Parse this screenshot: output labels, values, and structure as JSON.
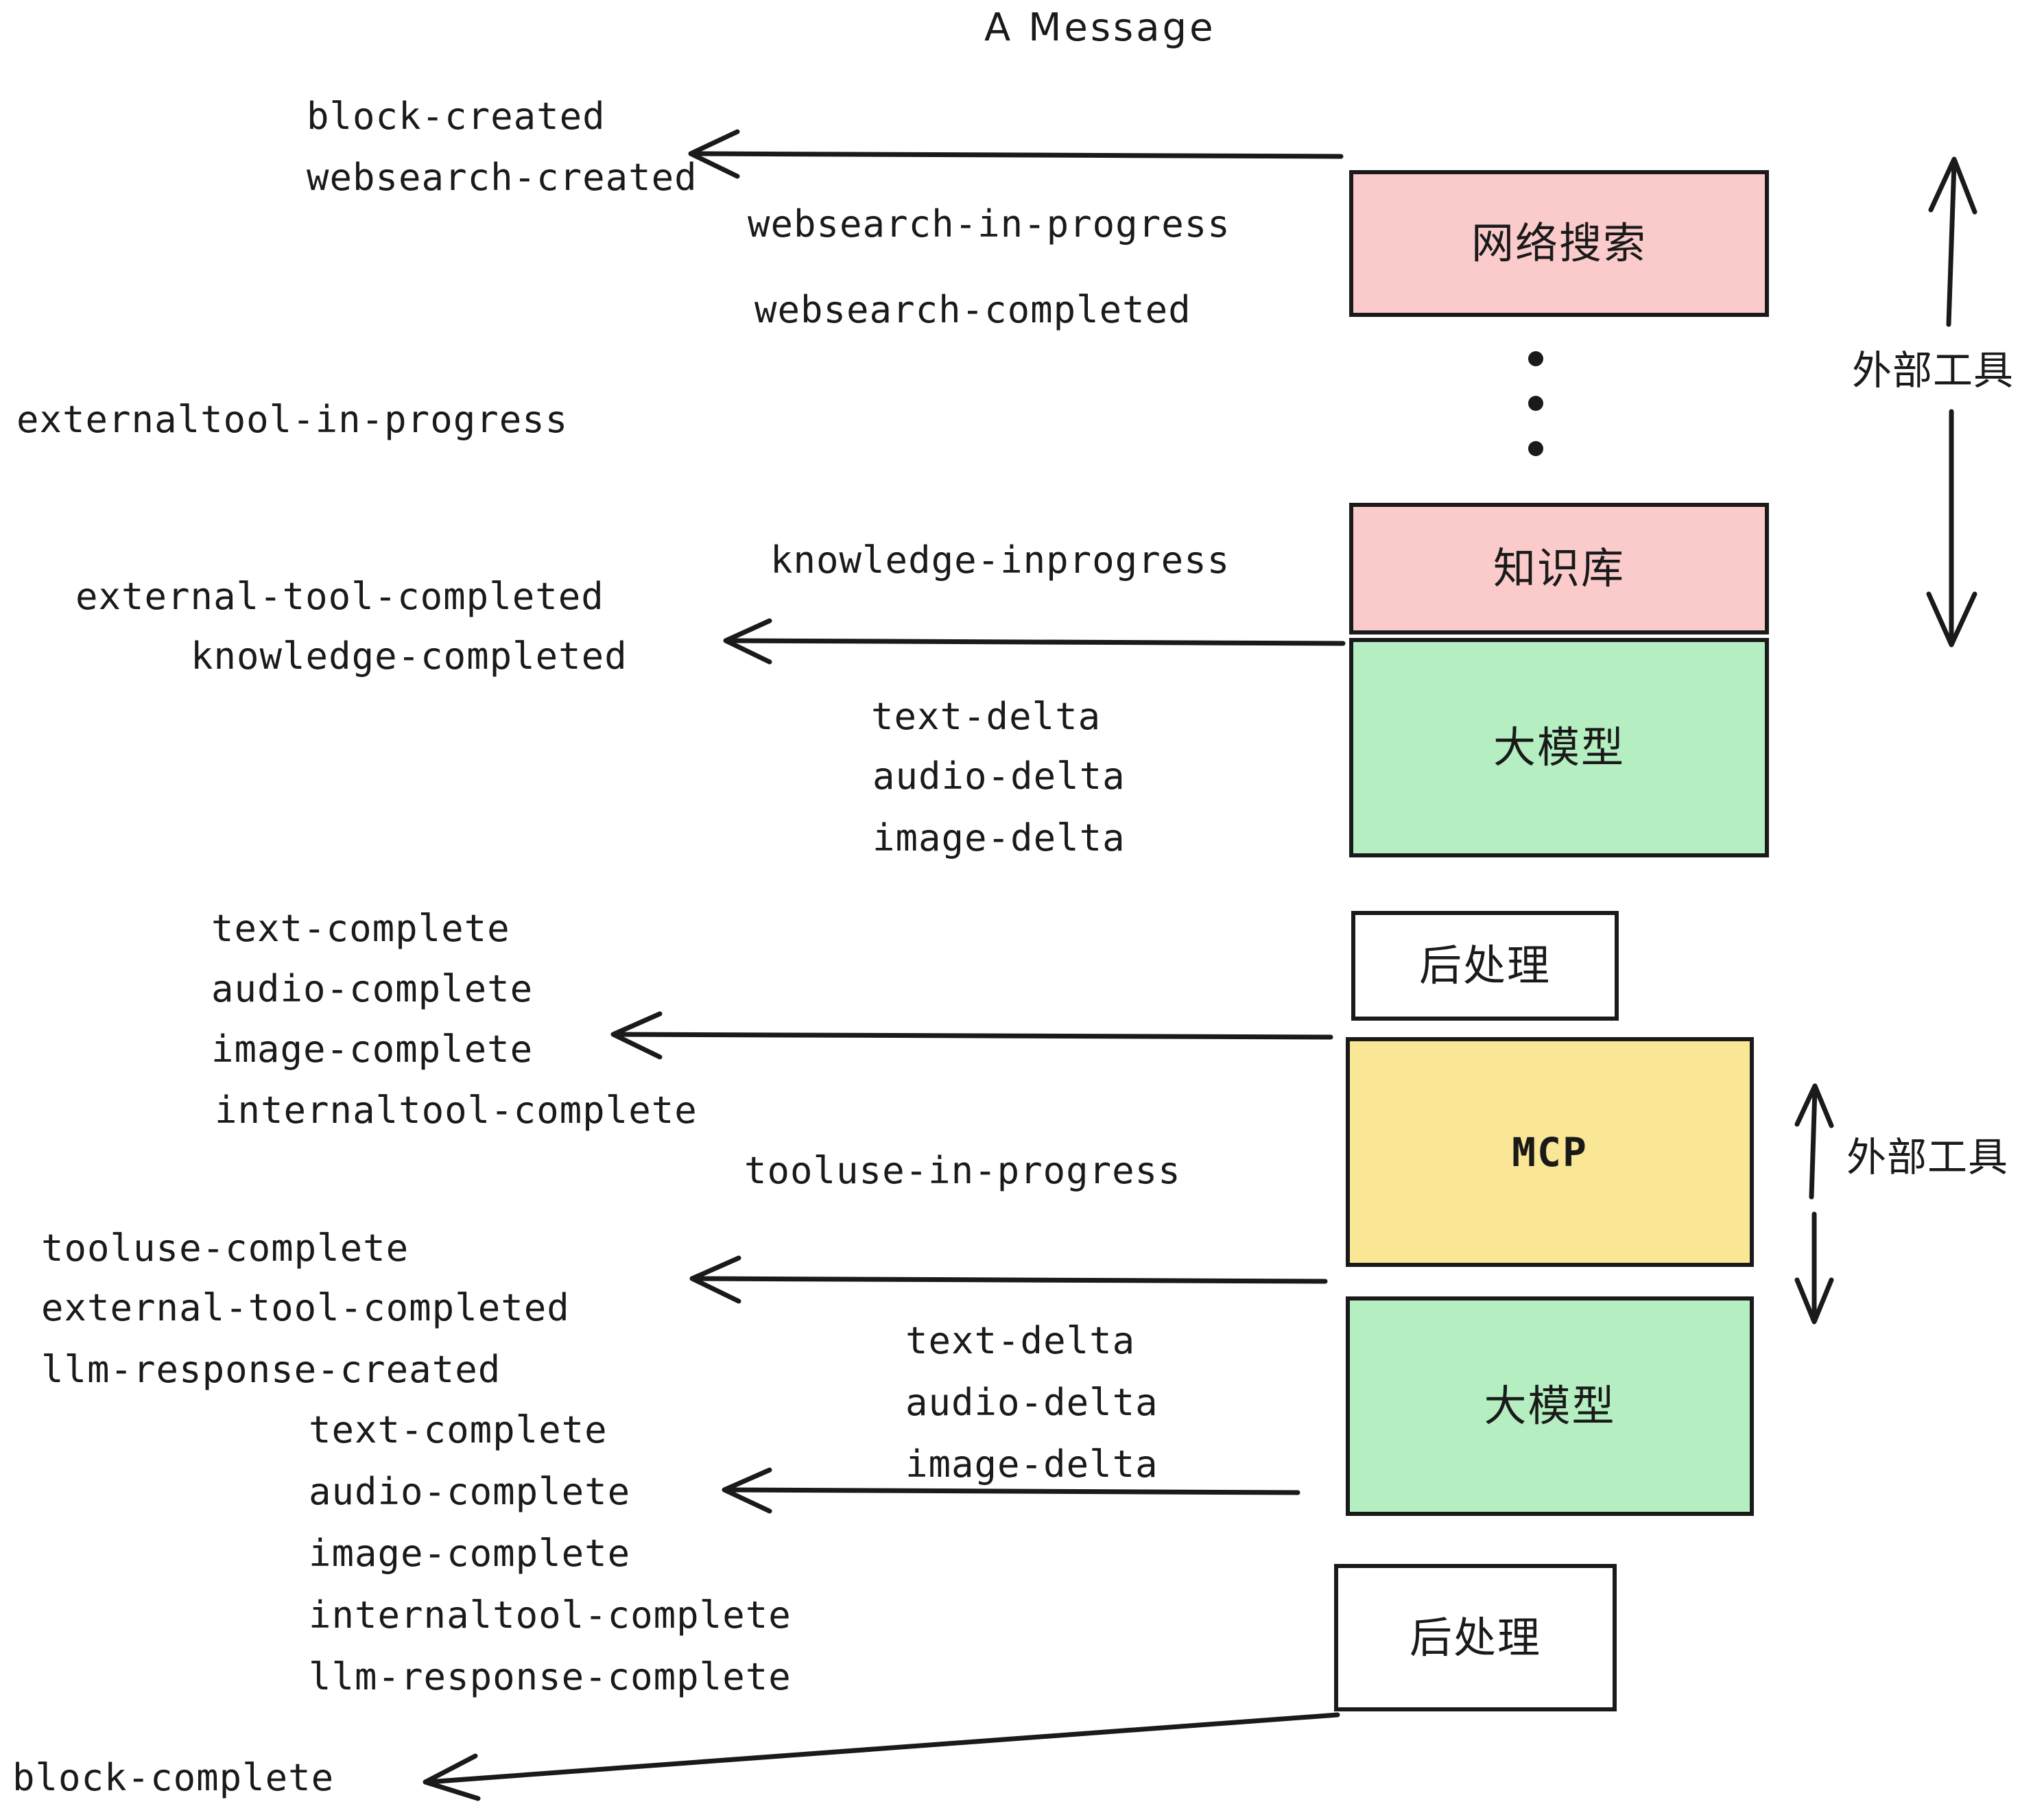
{
  "title": "A Message",
  "events": {
    "block_created": "block-created",
    "websearch_created": "websearch-created",
    "websearch_in_progress": "websearch-in-progress",
    "websearch_completed": "websearch-completed",
    "externaltool_in_progress": "externaltool-in-progress",
    "knowledge_inprogress": "knowledge-inprogress",
    "external_tool_completed_1": "external-tool-completed",
    "knowledge_completed": "knowledge-completed",
    "text_delta_1": "text-delta",
    "audio_delta_1": "audio-delta",
    "image_delta_1": "image-delta",
    "text_complete_1": "text-complete",
    "audio_complete_1": "audio-complete",
    "image_complete_1": "image-complete",
    "internaltool_complete_1": "internaltool-complete",
    "tooluse_in_progress": "tooluse-in-progress",
    "tooluse_complete": "tooluse-complete",
    "external_tool_completed_2": "external-tool-completed",
    "llm_response_created": "llm-response-created",
    "text_delta_2": "text-delta",
    "audio_delta_2": "audio-delta",
    "image_delta_2": "image-delta",
    "text_complete_2": "text-complete",
    "audio_complete_2": "audio-complete",
    "image_complete_2": "image-complete",
    "internaltool_complete_2": "internaltool-complete",
    "llm_response_complete": "llm-response-complete",
    "block_complete": "block-complete"
  },
  "nodes": {
    "websearch": "网络搜索",
    "knowledge": "知识库",
    "llm_1": "大模型",
    "postprocess_1": "后处理",
    "mcp": "MCP",
    "llm_2": "大模型",
    "postprocess_2": "后处理"
  },
  "annotations": {
    "external_tools_top": "外部工具",
    "external_tools_bottom": "外部工具"
  },
  "colors": {
    "pink": "#fbcbcb",
    "green": "#b4eec1",
    "yellow": "#fae795",
    "white": "#ffffff",
    "stroke": "#1a1a1a"
  }
}
